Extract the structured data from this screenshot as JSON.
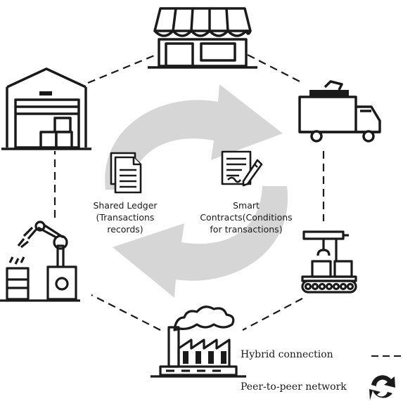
{
  "nodes": {
    "retail_store": {
      "icon": "store-icon"
    },
    "delivery_truck": {
      "icon": "truck-icon"
    },
    "conveyor_crane": {
      "icon": "conveyor-crane-icon"
    },
    "factory": {
      "icon": "factory-icon"
    },
    "robot_arm": {
      "icon": "robot-arm-icon"
    },
    "warehouse": {
      "icon": "warehouse-icon"
    }
  },
  "center": {
    "cycle_icon": "refresh-cycle-icon",
    "cycle_color": "#d6d6d6",
    "shared_ledger": {
      "icon": "document-icon",
      "line1": "Shared Ledger",
      "line2": "(Transactions",
      "line3": "records)"
    },
    "smart_contracts": {
      "icon": "contract-pen-icon",
      "line1": "Smart",
      "line2": "Contracts(Conditions",
      "line3": "for transactions)"
    }
  },
  "legend": {
    "hybrid": {
      "label": "Hybrid connection",
      "icon": "dashed-line-icon"
    },
    "p2p": {
      "label": "Peer-to-peer network",
      "icon": "refresh-icon"
    }
  },
  "colors": {
    "ink": "#1a1a1a",
    "cycle": "#d6d6d6"
  }
}
